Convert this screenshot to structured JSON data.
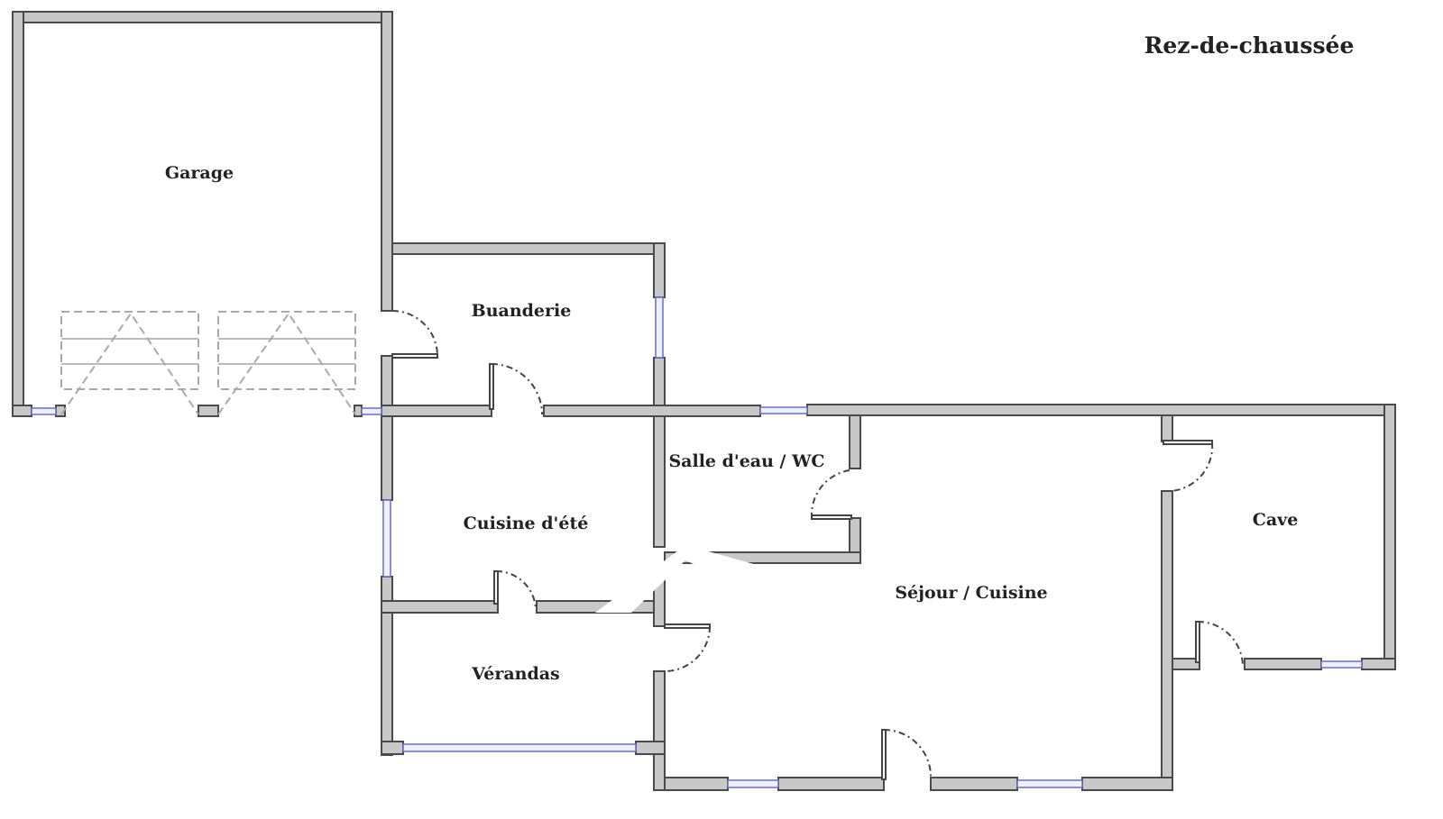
{
  "title": "Rez-de-chaussée",
  "rooms": {
    "garage": "Garage",
    "buanderie": "Buanderie",
    "salle_eau": "Salle d'eau / WC",
    "cuisine_ete": "Cuisine d'été",
    "sejour": "Séjour / Cuisine",
    "cave": "Cave",
    "verandas": "Vérandas"
  },
  "colors": {
    "wall_fill": "#c8c8c8",
    "wall_stroke": "#4a4a4a",
    "window": "#6a6fc0"
  }
}
